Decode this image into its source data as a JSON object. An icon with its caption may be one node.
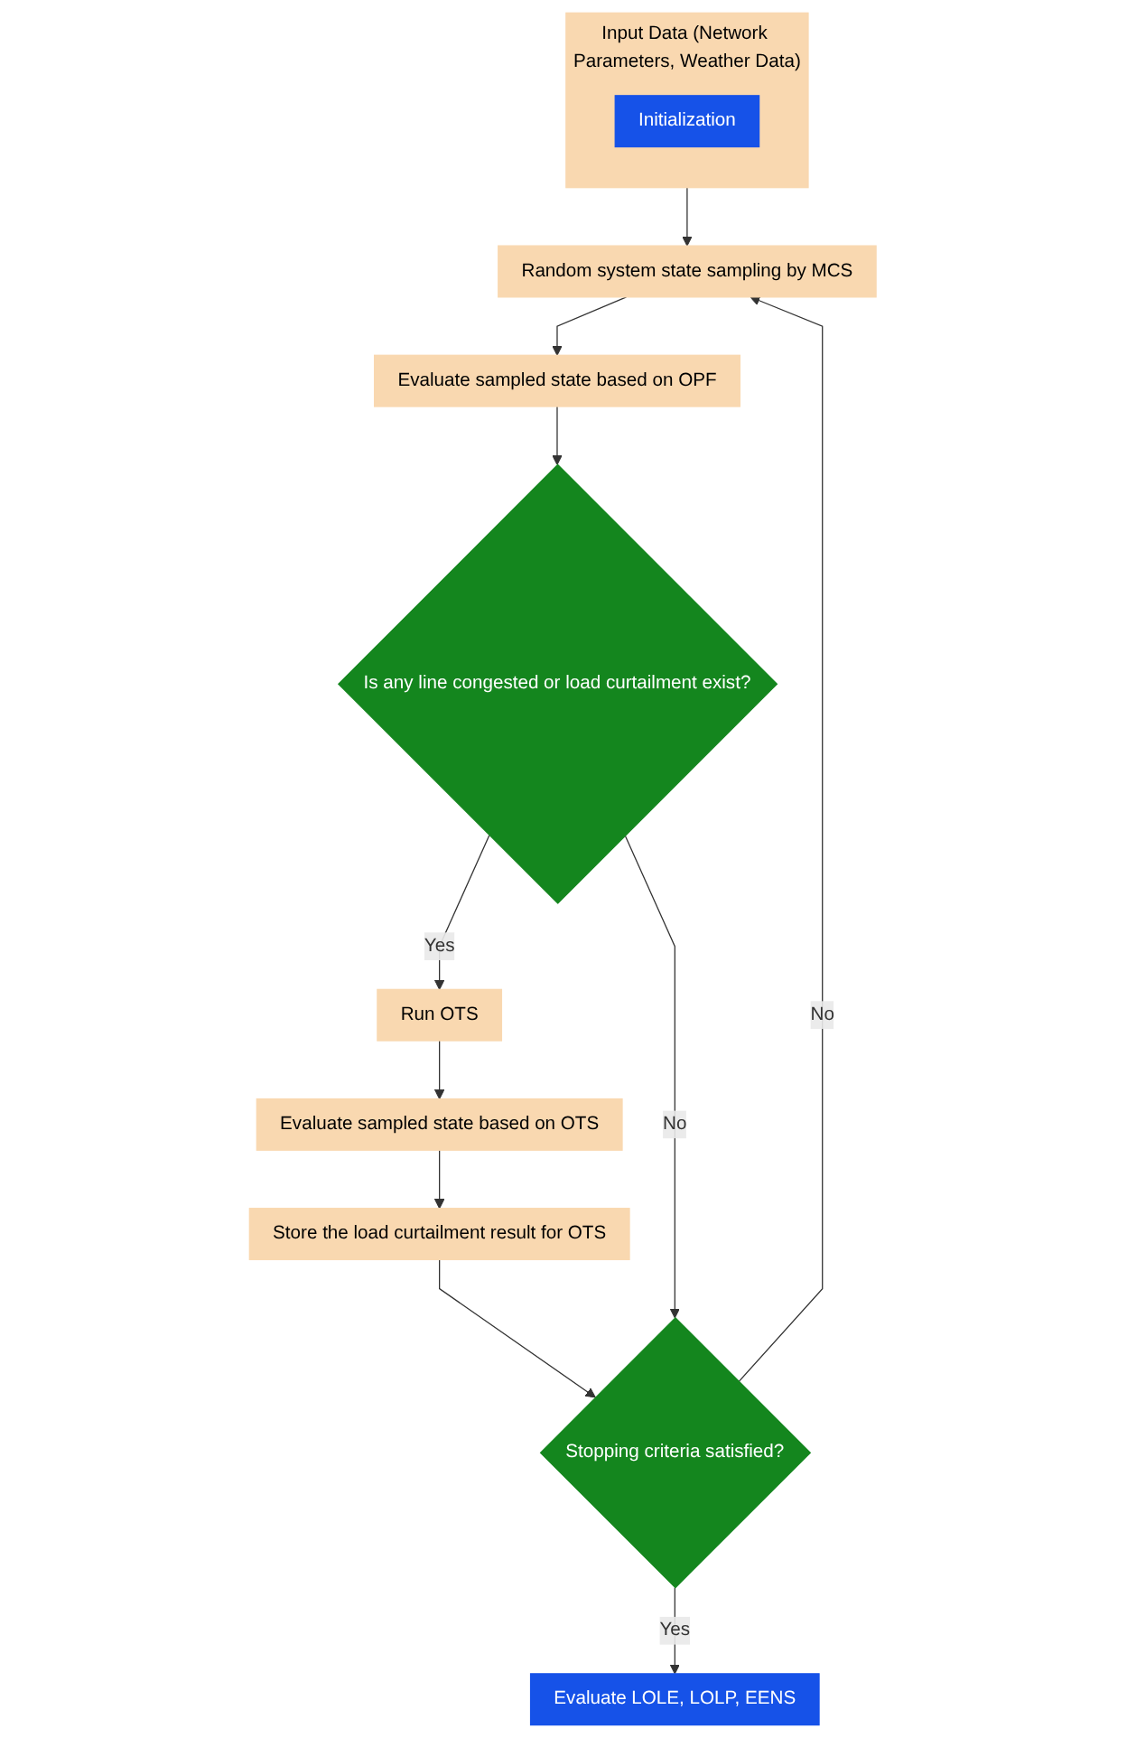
{
  "diagram": {
    "nodes": [
      {
        "text": [
          "Input Data (Network Parameters, Weather Data)"
        ]
      },
      {
        "text": [
          "Initialization"
        ],
        "in": 0
      },
      {
        "text": [
          "Random system state sampling by MCS"
        ]
      },
      {
        "text": [
          "Evaluate sampled state based on OPF"
        ]
      },
      {
        "text": [
          "Is any line congested or load curtailment exist?"
        ]
      },
      {
        "text": [
          "Run OTS"
        ]
      },
      {
        "text": [
          "Evaluate sampled state based on OTS"
        ]
      },
      {
        "text": [
          "Store the load curtailment result for OTS"
        ]
      },
      {
        "text": [
          "Stopping criteria satisfied?"
        ]
      },
      {
        "text": [
          "Evaluate LOLE, LOLP, EENS"
        ]
      }
    ],
    "edges": [
      {
        "from": 0,
        "to": 2,
        "arrow": "to"
      },
      {
        "from": 2,
        "to": 3,
        "arrow": "to"
      },
      {
        "from": 3,
        "to": 4,
        "arrow": "to"
      },
      {
        "from": 4,
        "to": 5,
        "arrow": "to",
        "label": "Yes"
      },
      {
        "from": 5,
        "to": 6,
        "arrow": "to"
      },
      {
        "from": 6,
        "to": 7,
        "arrow": "to"
      },
      {
        "from": 7,
        "to": 8,
        "arrow": "to"
      },
      {
        "from": 4,
        "to": 8,
        "arrow": "to",
        "label": "No"
      },
      {
        "from": 8,
        "to": 2,
        "arrow": "to",
        "label": "No"
      },
      {
        "from": 8,
        "to": 9,
        "arrow": "to",
        "label": "Yes"
      }
    ]
  }
}
